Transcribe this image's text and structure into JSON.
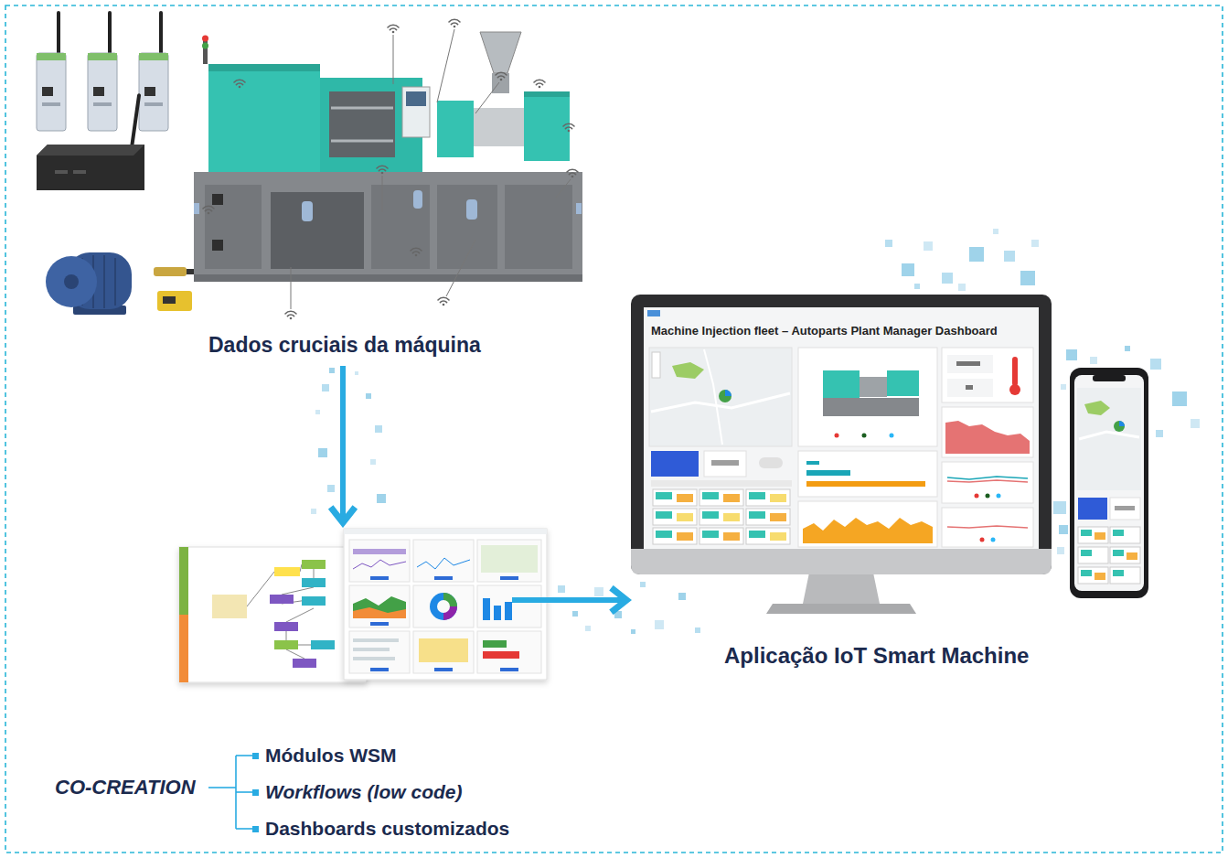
{
  "diagram": {
    "nodes": [
      {
        "text": [
          "Dados cruciais da máquina"
        ]
      },
      {
        "text": []
      },
      {
        "text": [
          "Machine Injection fleet – Autoparts Plant Manager Dashboard",
          "Aplicação IoT Smart Machine"
        ]
      }
    ],
    "edges": [
      {
        "from": 0,
        "to": 1,
        "arrow": "to"
      },
      {
        "from": 1,
        "to": 2,
        "arrow": "to"
      }
    ],
    "labels": [
      "CO-CREATION",
      "Módulos WSM",
      "Workflows (low code)",
      "Dashboards customizados"
    ]
  }
}
